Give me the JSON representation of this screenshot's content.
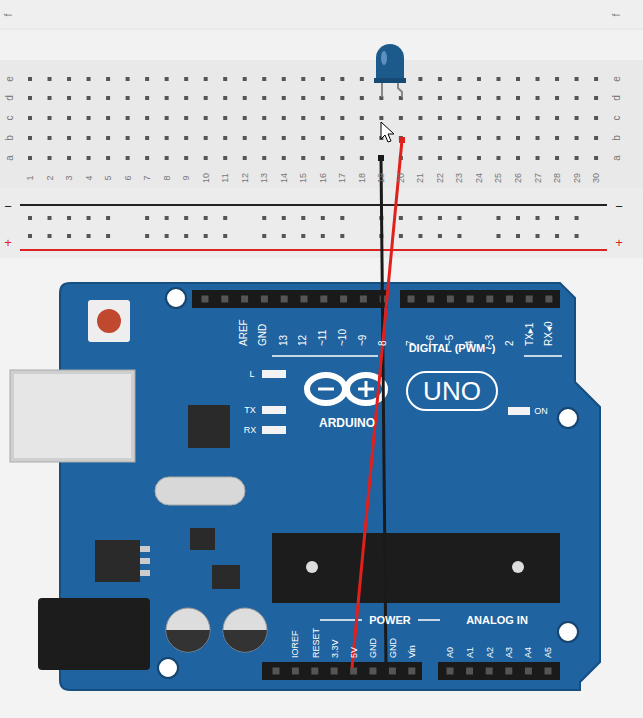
{
  "diagram": {
    "labels": [
      "f",
      "f",
      "e",
      "d",
      "c",
      "b",
      "a",
      "e",
      "d",
      "c",
      "b",
      "a",
      "1",
      "2",
      "3",
      "4",
      "5",
      "6",
      "7",
      "8",
      "9",
      "10",
      "11",
      "12",
      "13",
      "14",
      "15",
      "16",
      "17",
      "18",
      "19",
      "20",
      "21",
      "22",
      "23",
      "24",
      "25",
      "26",
      "27",
      "28",
      "29",
      "30",
      "−",
      "+",
      "−",
      "+",
      "AREF",
      "GND",
      "13",
      "12",
      "~11",
      "~10",
      "~9",
      "8",
      "7",
      "~6",
      "~5",
      "4",
      "~3",
      "2",
      "TX▸1",
      "RX◂0",
      "DIGITAL (PWM~)",
      "L",
      "TX",
      "RX",
      "ARDUINO",
      "UNO",
      "ON",
      "POWER",
      "ANALOG IN",
      "IOREF",
      "RESET",
      "3.3V",
      "5V",
      "GND",
      "GND",
      "Vin",
      "A0",
      "A1",
      "A2",
      "A3",
      "A4",
      "A5"
    ]
  }
}
